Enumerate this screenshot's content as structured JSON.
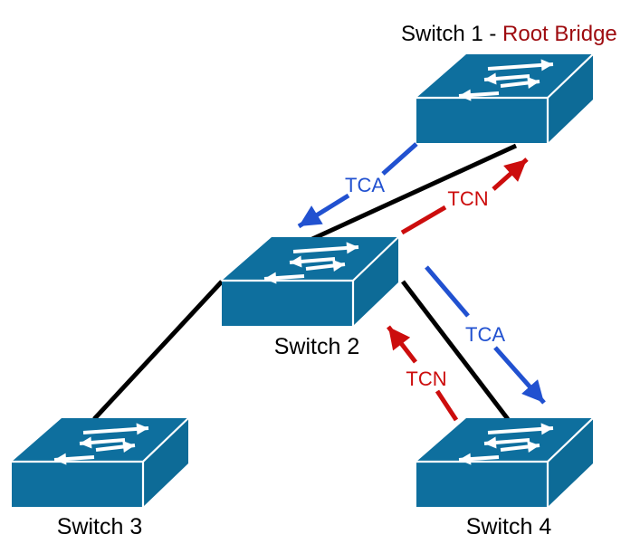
{
  "title": {
    "prefix": "Switch 1 - ",
    "highlight": "Root Bridge"
  },
  "node_labels": {
    "switch2": "Switch 2",
    "switch3": "Switch 3",
    "switch4": "Switch 4"
  },
  "flow_labels": {
    "tca_sw1_to_sw2": "TCA",
    "tcn_sw2_to_sw1": "TCN",
    "tca_sw2_to_sw4": "TCA",
    "tcn_sw4_to_sw2": "TCN"
  },
  "icons": {
    "switch": "network-switch-3d-icon"
  },
  "colors": {
    "switch_fill": "#0e6f9e",
    "switch_side_fill": "#0d6b97",
    "tca_blue": "#2151d0",
    "tcn_red": "#cc0d0d",
    "root_bridge_red": "#9e0b0f",
    "link_black": "#000000",
    "background": "#ffffff"
  }
}
